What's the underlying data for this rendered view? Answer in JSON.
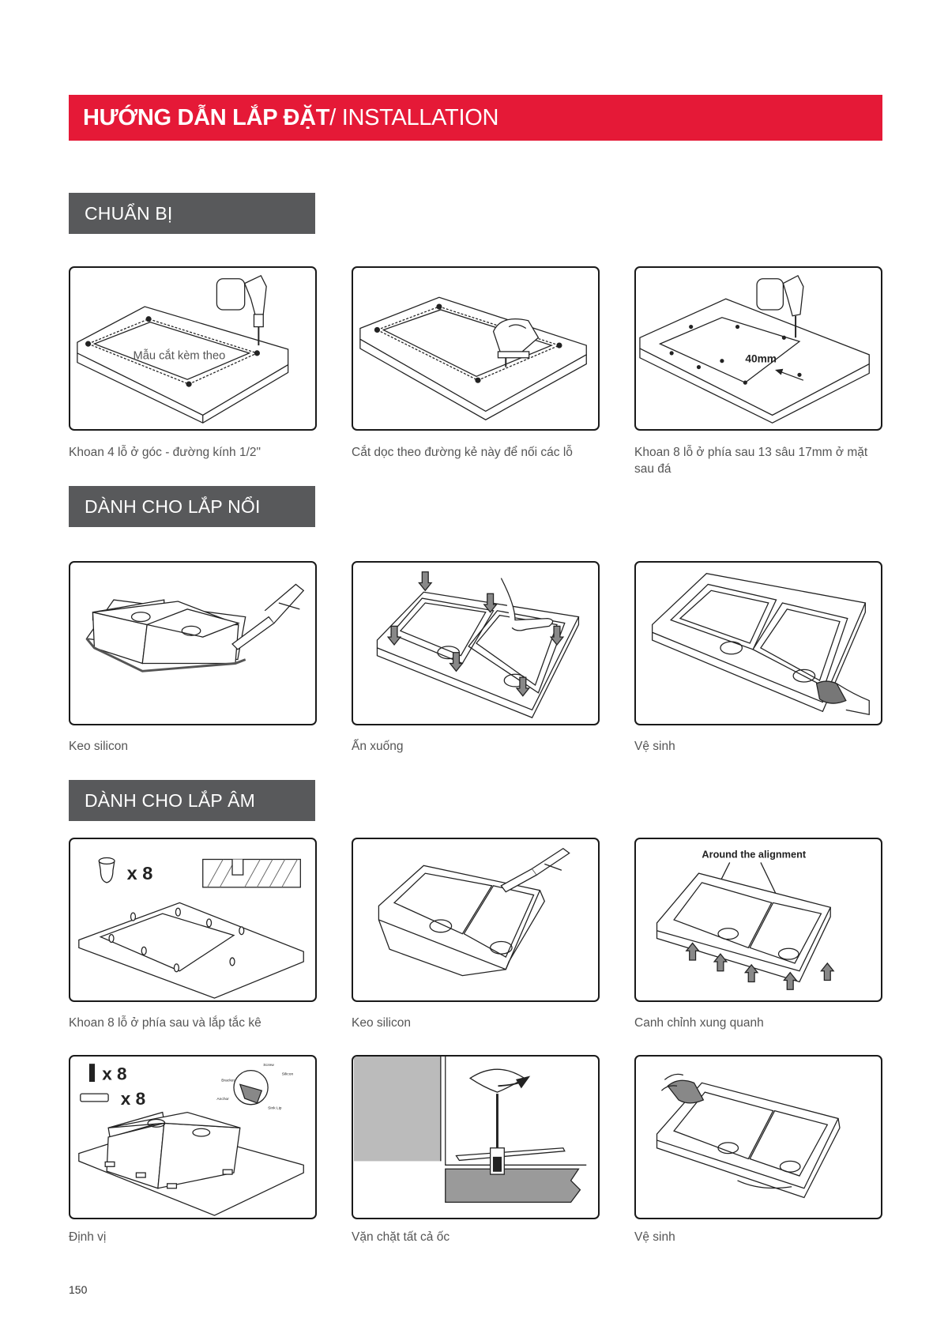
{
  "header": {
    "title_bold": "HƯỚNG DẪN LẮP ĐẶT",
    "title_light": " / INSTALLATION"
  },
  "sections": {
    "prep": {
      "title": "CHUẨN BỊ"
    },
    "top_mount": {
      "title": "DÀNH CHO LẮP NỔI"
    },
    "under_mount": {
      "title": "DÀNH CHO LẮP ÂM"
    }
  },
  "steps": {
    "prep_1": {
      "caption": "Khoan 4 lỗ ở góc - đường kính 1/2\"",
      "label": "Mẫu cắt kèm theo"
    },
    "prep_2": {
      "caption": "Cắt dọc theo đường kẻ này để nối các lỗ"
    },
    "prep_3": {
      "caption": "Khoan 8 lỗ ở phía sau 13 sâu 17mm ở mặt sau đá",
      "label": "40mm"
    },
    "top_1": {
      "caption": "Keo silicon"
    },
    "top_2": {
      "caption": "Ấn xuống"
    },
    "top_3": {
      "caption": "Vệ sinh"
    },
    "under_1": {
      "caption": "Khoan 8 lỗ ở phía sau và lắp tắc kê",
      "count": "x 8"
    },
    "under_2": {
      "caption": "Keo silicon"
    },
    "under_3": {
      "caption": "Canh chỉnh xung quanh",
      "label": "Around the alignment"
    },
    "under_4": {
      "caption": "Định vị",
      "count_screw": "x 8",
      "count_bracket": "x 8",
      "callouts": [
        "Screw",
        "Silicon",
        "Bracket",
        "Anchor",
        "Sink Lip"
      ]
    },
    "under_5": {
      "caption": "Vặn chặt tất cả ốc"
    },
    "under_6": {
      "caption": "Vệ sinh"
    }
  },
  "footer": {
    "page_number": "150"
  },
  "colors": {
    "banner": "#e51937",
    "section": "#58595b",
    "text": "#555555"
  }
}
